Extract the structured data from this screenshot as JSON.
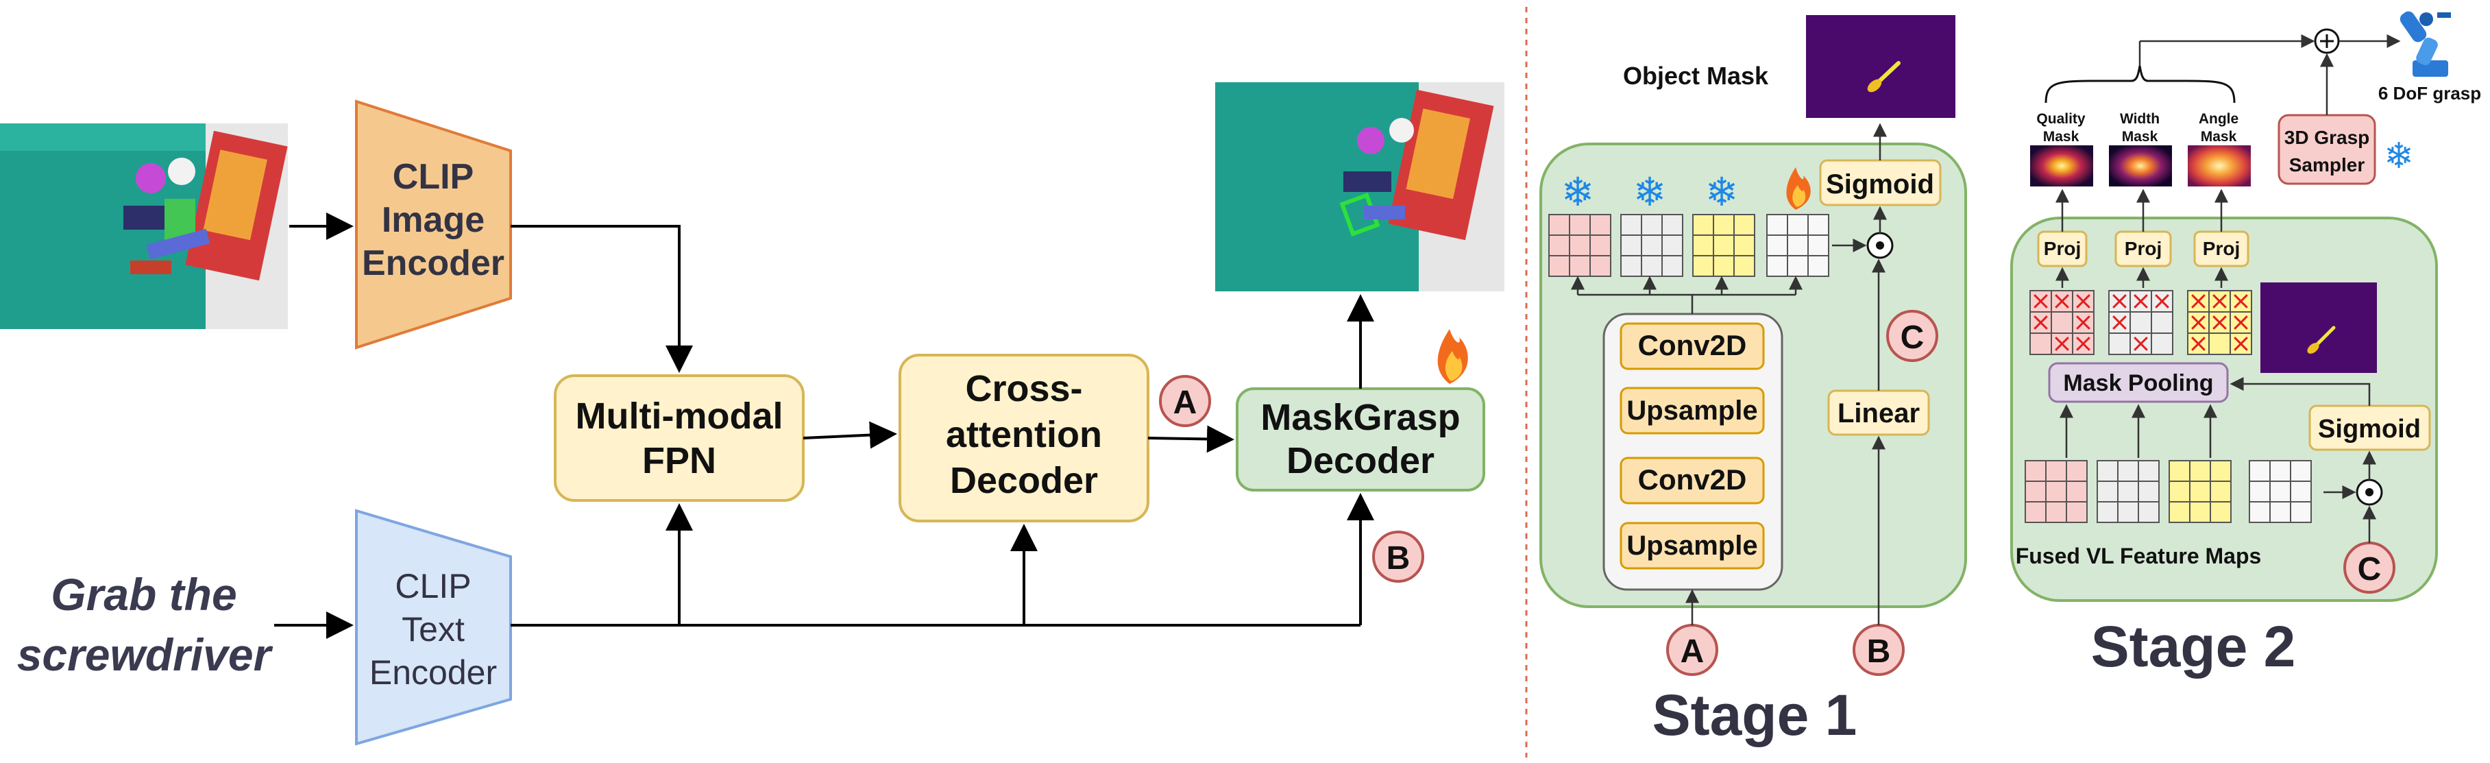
{
  "left_panel": {
    "clip_image_encoder": [
      "CLIP",
      "Image",
      "Encoder"
    ],
    "clip_text_encoder": [
      "CLIP",
      "Text",
      "Encoder"
    ],
    "multimodal_fpn": [
      "Multi-modal",
      "FPN"
    ],
    "cross_attention_decoder": [
      "Cross-",
      "attention",
      "Decoder"
    ],
    "maskgrasp_decoder": [
      "MaskGrasp",
      "Decoder"
    ],
    "prompt": [
      "Grab the",
      "screwdriver"
    ],
    "badge_a": "A",
    "badge_b": "B"
  },
  "stage1": {
    "title": "Stage 1",
    "object_mask_label": "Object Mask",
    "sigmoid": "Sigmoid",
    "linear": "Linear",
    "conv_blocks": [
      "Conv2D",
      "Upsample",
      "Conv2D",
      "Upsample"
    ],
    "badge_c": "C",
    "badge_a": "A",
    "badge_b": "B"
  },
  "stage2": {
    "title": "Stage 2",
    "mask_labels": [
      [
        "Quality",
        "Mask"
      ],
      [
        "Width",
        "Mask"
      ],
      [
        "Angle",
        "Mask"
      ]
    ],
    "proj": "Proj",
    "mask_pooling": "Mask Pooling",
    "sigmoid": "Sigmoid",
    "fused_label": "Fused VL Feature Maps",
    "grasp_sampler": [
      "3D Grasp",
      "Sampler"
    ],
    "dof_label": "6 DoF grasp",
    "badge_c": "C"
  },
  "colors": {
    "orange_box": "#f5c98e",
    "blue_box": "#d7e6f8",
    "yellow_box": "#fff2cc",
    "green_box": "#d5e8d4",
    "pink_badge": "#f8cecc",
    "mask_bg": "#4a0a6b",
    "text_dark": "#333344"
  }
}
